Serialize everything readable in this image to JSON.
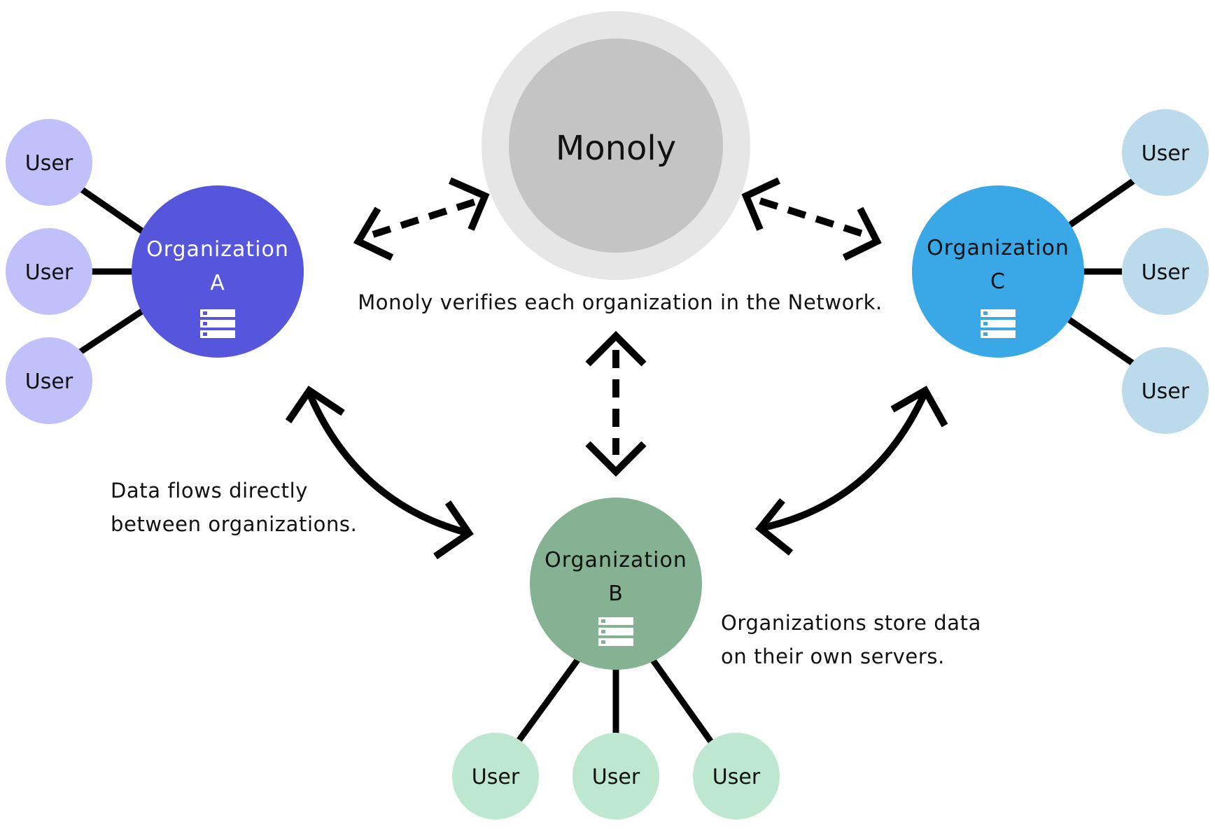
{
  "hub": {
    "label": "Monoly"
  },
  "organizations": {
    "a": {
      "name": "Organization",
      "letter": "A",
      "color": "#5656dc",
      "text_color": "#ffffff",
      "icon": "server-icon"
    },
    "b": {
      "name": "Organization",
      "letter": "B",
      "color": "#84b292",
      "text_color": "#111111",
      "icon": "server-icon"
    },
    "c": {
      "name": "Organization",
      "letter": "C",
      "color": "#3aa8e6",
      "text_color": "#111111",
      "icon": "server-icon"
    }
  },
  "users": {
    "a": [
      "User",
      "User",
      "User"
    ],
    "b": [
      "User",
      "User",
      "User"
    ],
    "c": [
      "User",
      "User",
      "User"
    ]
  },
  "user_colors": {
    "a": "#c0c0fa",
    "b": "#bde8cf",
    "c": "#bbdaeb"
  },
  "hub_colors": {
    "outer": "#e6e6e6",
    "inner": "#c4c4c4"
  },
  "captions": {
    "verify": "Monoly verifies each organization in the Network.",
    "flow": [
      "Data flows directly",
      "between organizations."
    ],
    "store": [
      "Organizations store data",
      "on their own servers."
    ]
  }
}
